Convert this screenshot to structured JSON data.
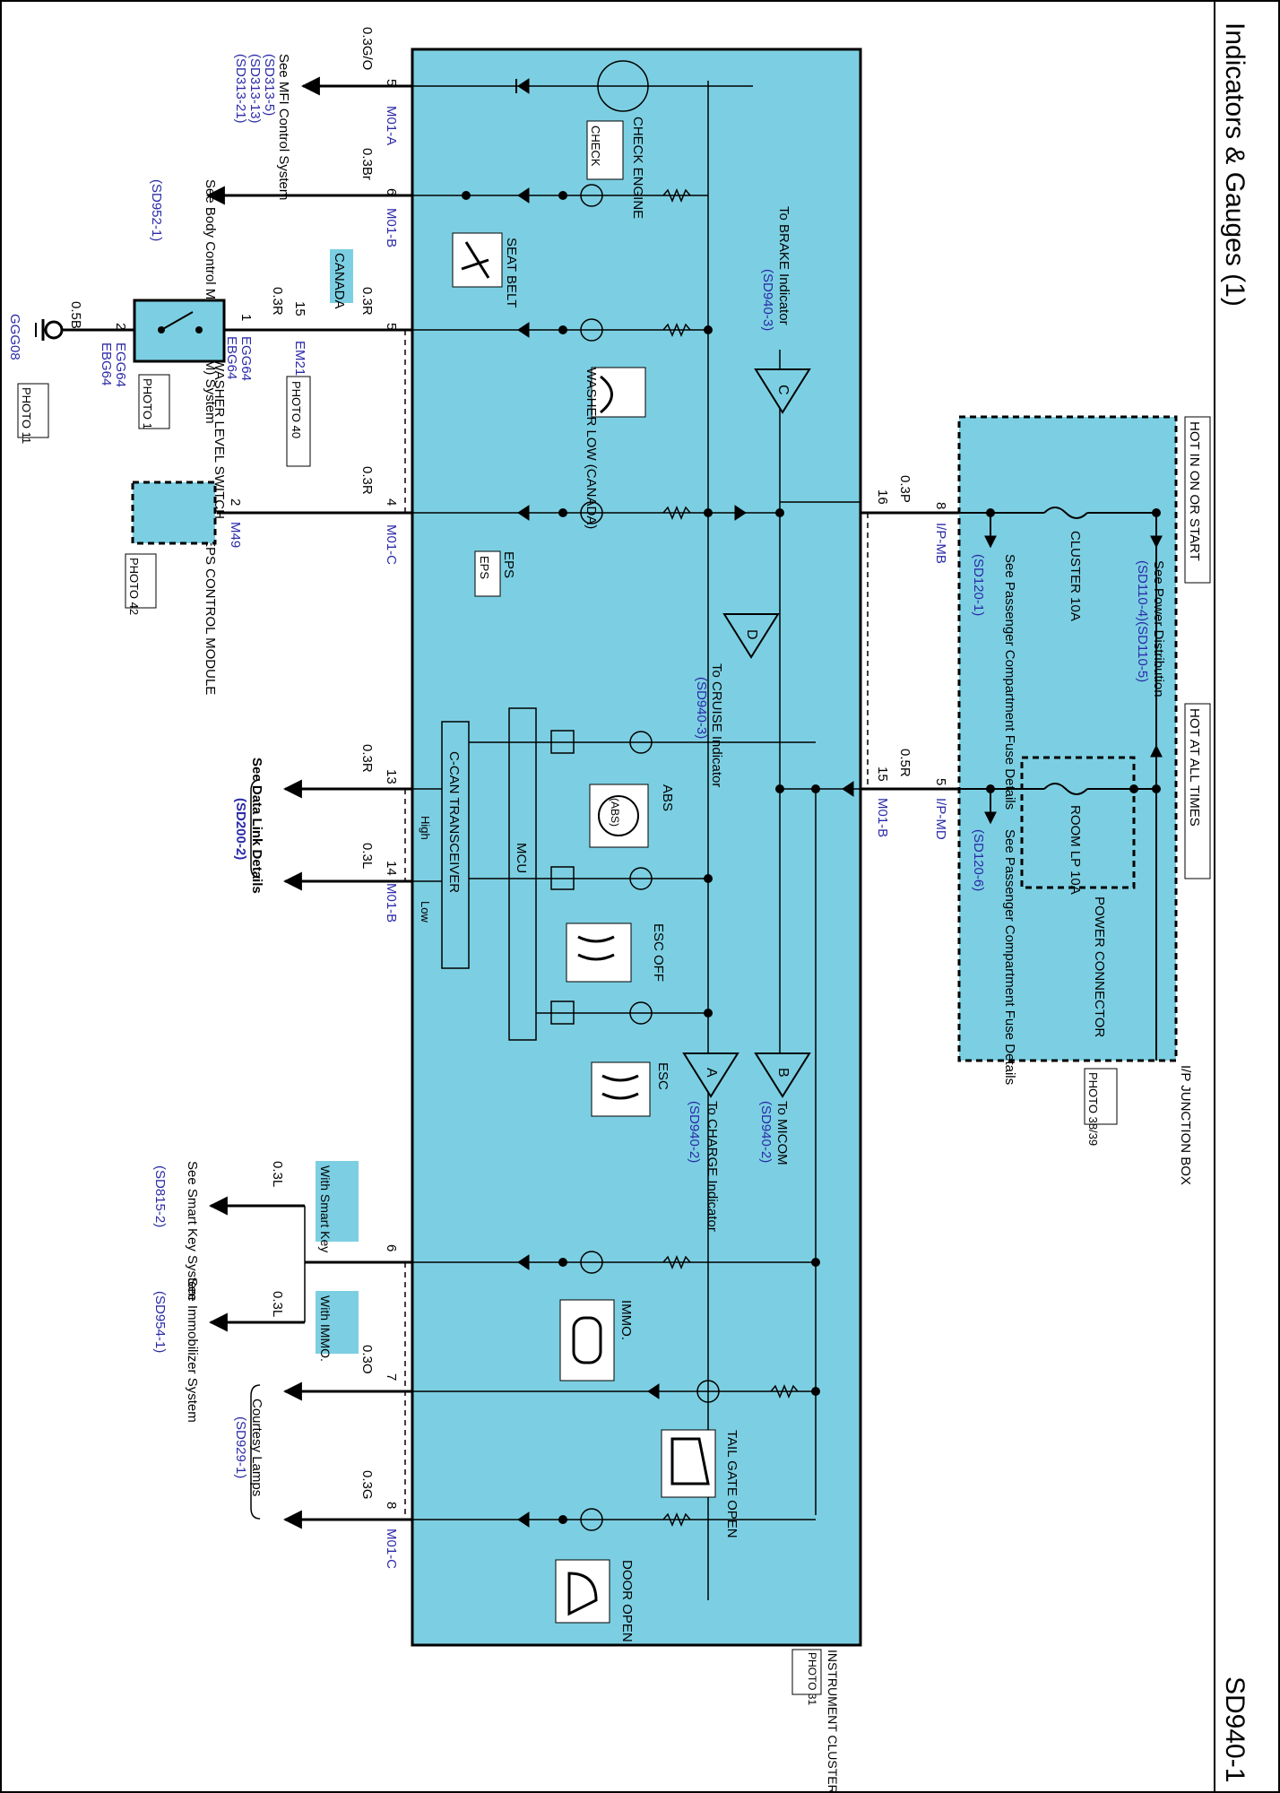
{
  "header": {
    "title": "Indicators & Gauges (1)",
    "page_code": "SD940-1"
  },
  "colors": {
    "panel": "#7ccfe2",
    "link": "#2a2aa8",
    "wire": "#000000"
  },
  "cluster": {
    "name": "INSTRUMENT CLUSTER",
    "photo": "PHOTO 31",
    "indicators": [
      {
        "label": "CHECK ENGINE",
        "symbol": "CHECK",
        "icon": "check-engine-icon"
      },
      {
        "label": "SEAT BELT",
        "icon": "seat-belt-icon"
      },
      {
        "label": "WASHER LOW (CANADA)",
        "icon": "washer-low-icon"
      },
      {
        "label": "EPS",
        "symbol": "EPS",
        "icon": "eps-icon"
      },
      {
        "label": "ABS",
        "symbol": "(ABS)",
        "icon": "abs-icon"
      },
      {
        "label": "ESC OFF",
        "icon": "esc-off-icon"
      },
      {
        "label": "ESC",
        "icon": "esc-icon"
      },
      {
        "label": "IMMO.",
        "icon": "immobilizer-icon"
      },
      {
        "label": "TAIL GATE OPEN",
        "icon": "tailgate-open-icon"
      },
      {
        "label": "DOOR OPEN",
        "icon": "door-open-icon"
      }
    ],
    "mcu": "MCU",
    "can": {
      "name": "C-CAN TRANSCEIVER",
      "high": "High",
      "low": "Low"
    }
  },
  "offpage": [
    {
      "letter": "C",
      "text": "To BRAKE Indicator",
      "ref": "(SD940-3)"
    },
    {
      "letter": "D",
      "text": "To CRUISE Indicator",
      "ref": "(SD940-3)"
    },
    {
      "letter": "B",
      "text": "To MICOM",
      "ref": "(SD940-2)"
    },
    {
      "letter": "A",
      "text": "To CHARGE Indicator",
      "ref": "(SD940-2)"
    }
  ],
  "wires": {
    "mfi": {
      "pin": "5",
      "conn": "M01-A",
      "color": "0.3G/O",
      "see": "See MFI Control System",
      "refs": [
        "(SD313-5)",
        "(SD313-13)",
        "(SD313-21)"
      ]
    },
    "bcm": {
      "pin": "6",
      "conn": "M01-B",
      "color": "0.3Br",
      "see": "See Body Control Module (BCM) System",
      "ref": "(SD952-1)"
    },
    "washer": {
      "pin": "5",
      "color_a": "0.3R",
      "color_b": "0.3R",
      "color_g": "0.5B",
      "em21_pin": "15",
      "em21": "EM21",
      "photo_em21": "PHOTO 40",
      "canada": "CANADA",
      "sw_pin1": "1",
      "sw_pin2": "2",
      "egg": "EGG64",
      "ebg": "EBG64",
      "switch_label": "WASHER LEVEL SWITCH",
      "photo_sw": "PHOTO 1",
      "ground": "GGG08",
      "photo_gnd": "PHOTO 11"
    },
    "eps": {
      "pin": "4",
      "conn": "M01-C",
      "color": "0.3R",
      "mpin": "2",
      "mconn": "M49",
      "module": "EPS CONTROL MODULE",
      "photo": "PHOTO 42"
    },
    "can_high": {
      "pin": "13",
      "color": "0.3R"
    },
    "can_low": {
      "pin": "14",
      "conn": "M01-B",
      "color": "0.3L"
    },
    "datalink": {
      "see": "See Data Link Details",
      "ref": "(SD200-2)"
    },
    "smartkey": {
      "pin": "6",
      "color": "0.3L",
      "tag": "With Smart Key",
      "see": "See Smart Key System",
      "ref": "(SD815-2)"
    },
    "immo": {
      "color": "0.3L",
      "tag": "With IMMO.",
      "see": "See Immobilizer System",
      "ref": "(SD954-1)"
    },
    "courtesy": {
      "pin7": "7",
      "color7": "0.3O",
      "pin8": "8",
      "color8": "0.3G",
      "conn": "M01-C",
      "see": "Courtesy Lamps",
      "ref": "(SD929-1)"
    },
    "ign": {
      "pin_c": "16",
      "color": "0.3P",
      "pin_j": "8",
      "conn": "I/P-MB"
    },
    "batt": {
      "pin_c": "15",
      "conn_c": "M01-B",
      "color": "0.5R",
      "pin_j": "5",
      "conn": "I/P-MD"
    }
  },
  "junction": {
    "hot_ign": "HOT IN ON OR START",
    "hot_all": "HOT AT ALL TIMES",
    "fuse1": "CLUSTER 10A",
    "fuse2": "ROOM LP 10A",
    "see_power": "See Power Distribution",
    "power_refs": "(SD110-4)(SD110-5)",
    "see_pass": "See Passenger Compartment Fuse Details",
    "pass_ref1": "(SD120-1)",
    "pass_ref2": "(SD120-6)",
    "power_conn": "POWER CONNECTOR",
    "name": "I/P JUNCTION BOX",
    "photo": "PHOTO 38/39"
  }
}
